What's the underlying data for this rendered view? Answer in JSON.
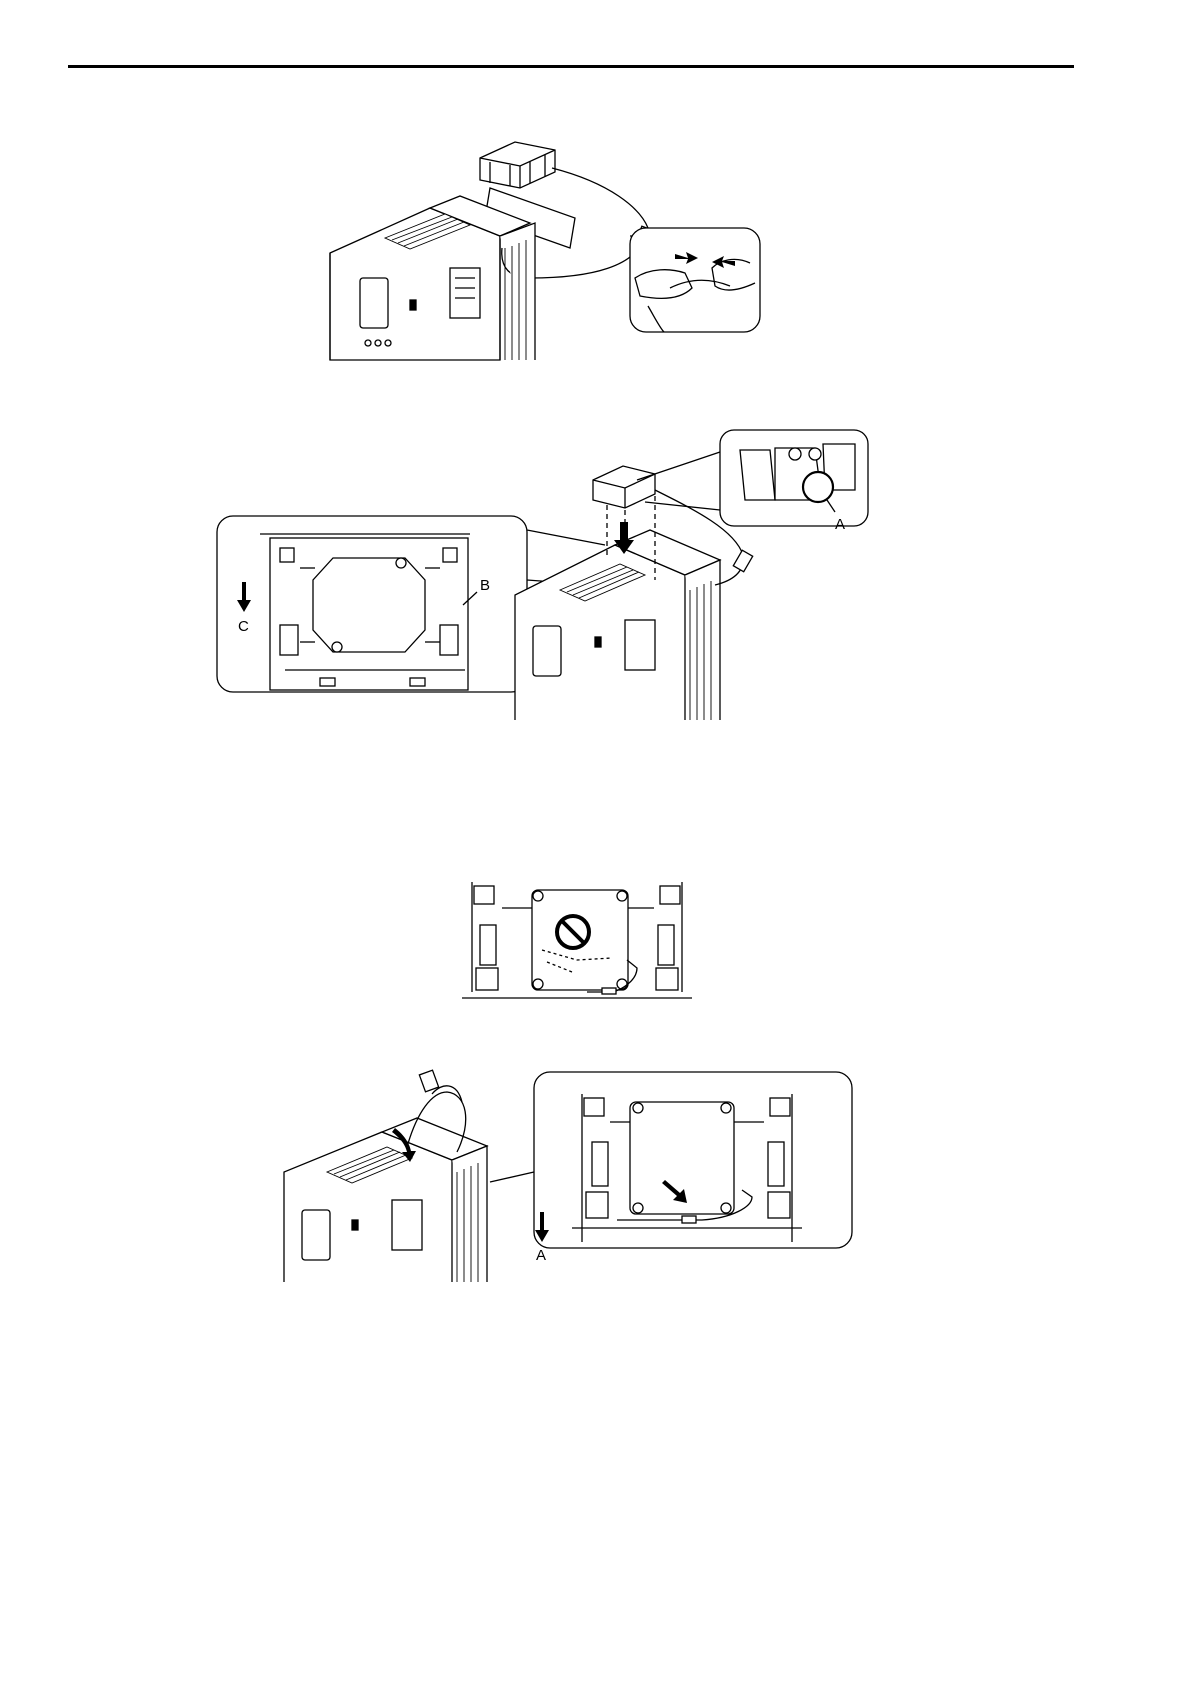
{
  "figure2": {
    "label_a": "A",
    "label_b": "B",
    "label_c": "C"
  },
  "figure4": {
    "label_a": "A"
  }
}
